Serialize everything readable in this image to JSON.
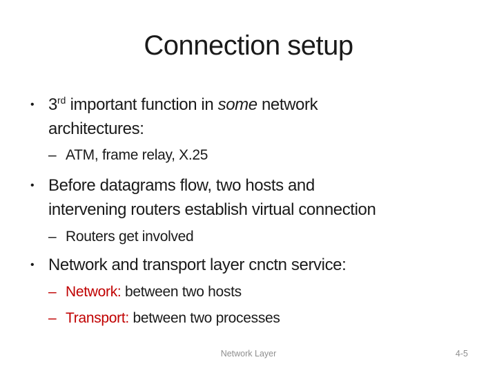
{
  "slide": {
    "title": "Connection setup",
    "markers": {
      "dot": "•",
      "dash": "–"
    },
    "colors": {
      "text": "#1a1a1a",
      "accent_red": "#c00000",
      "footer_gray": "#8f8f8f",
      "background": "#ffffff"
    },
    "bullets": {
      "b1": {
        "num": "3",
        "ordinal_suffix": "rd",
        "mid": " important function in ",
        "emphasis": "some",
        "tail": " network",
        "line2": "architectures:"
      },
      "s1": {
        "text": "ATM, frame relay, X.25"
      },
      "b2": {
        "line1": "Before datagrams flow, two hosts and",
        "line2": "intervening routers establish virtual connection"
      },
      "s2": {
        "text": "Routers get involved"
      },
      "b3": {
        "text": "Network and transport layer cnctn service:"
      },
      "s3a": {
        "label": "Network:",
        "rest": " between two hosts"
      },
      "s3b": {
        "label": "Transport:",
        "rest": " between two processes"
      }
    },
    "footer": {
      "center": "Network Layer",
      "page": "4-5"
    }
  }
}
